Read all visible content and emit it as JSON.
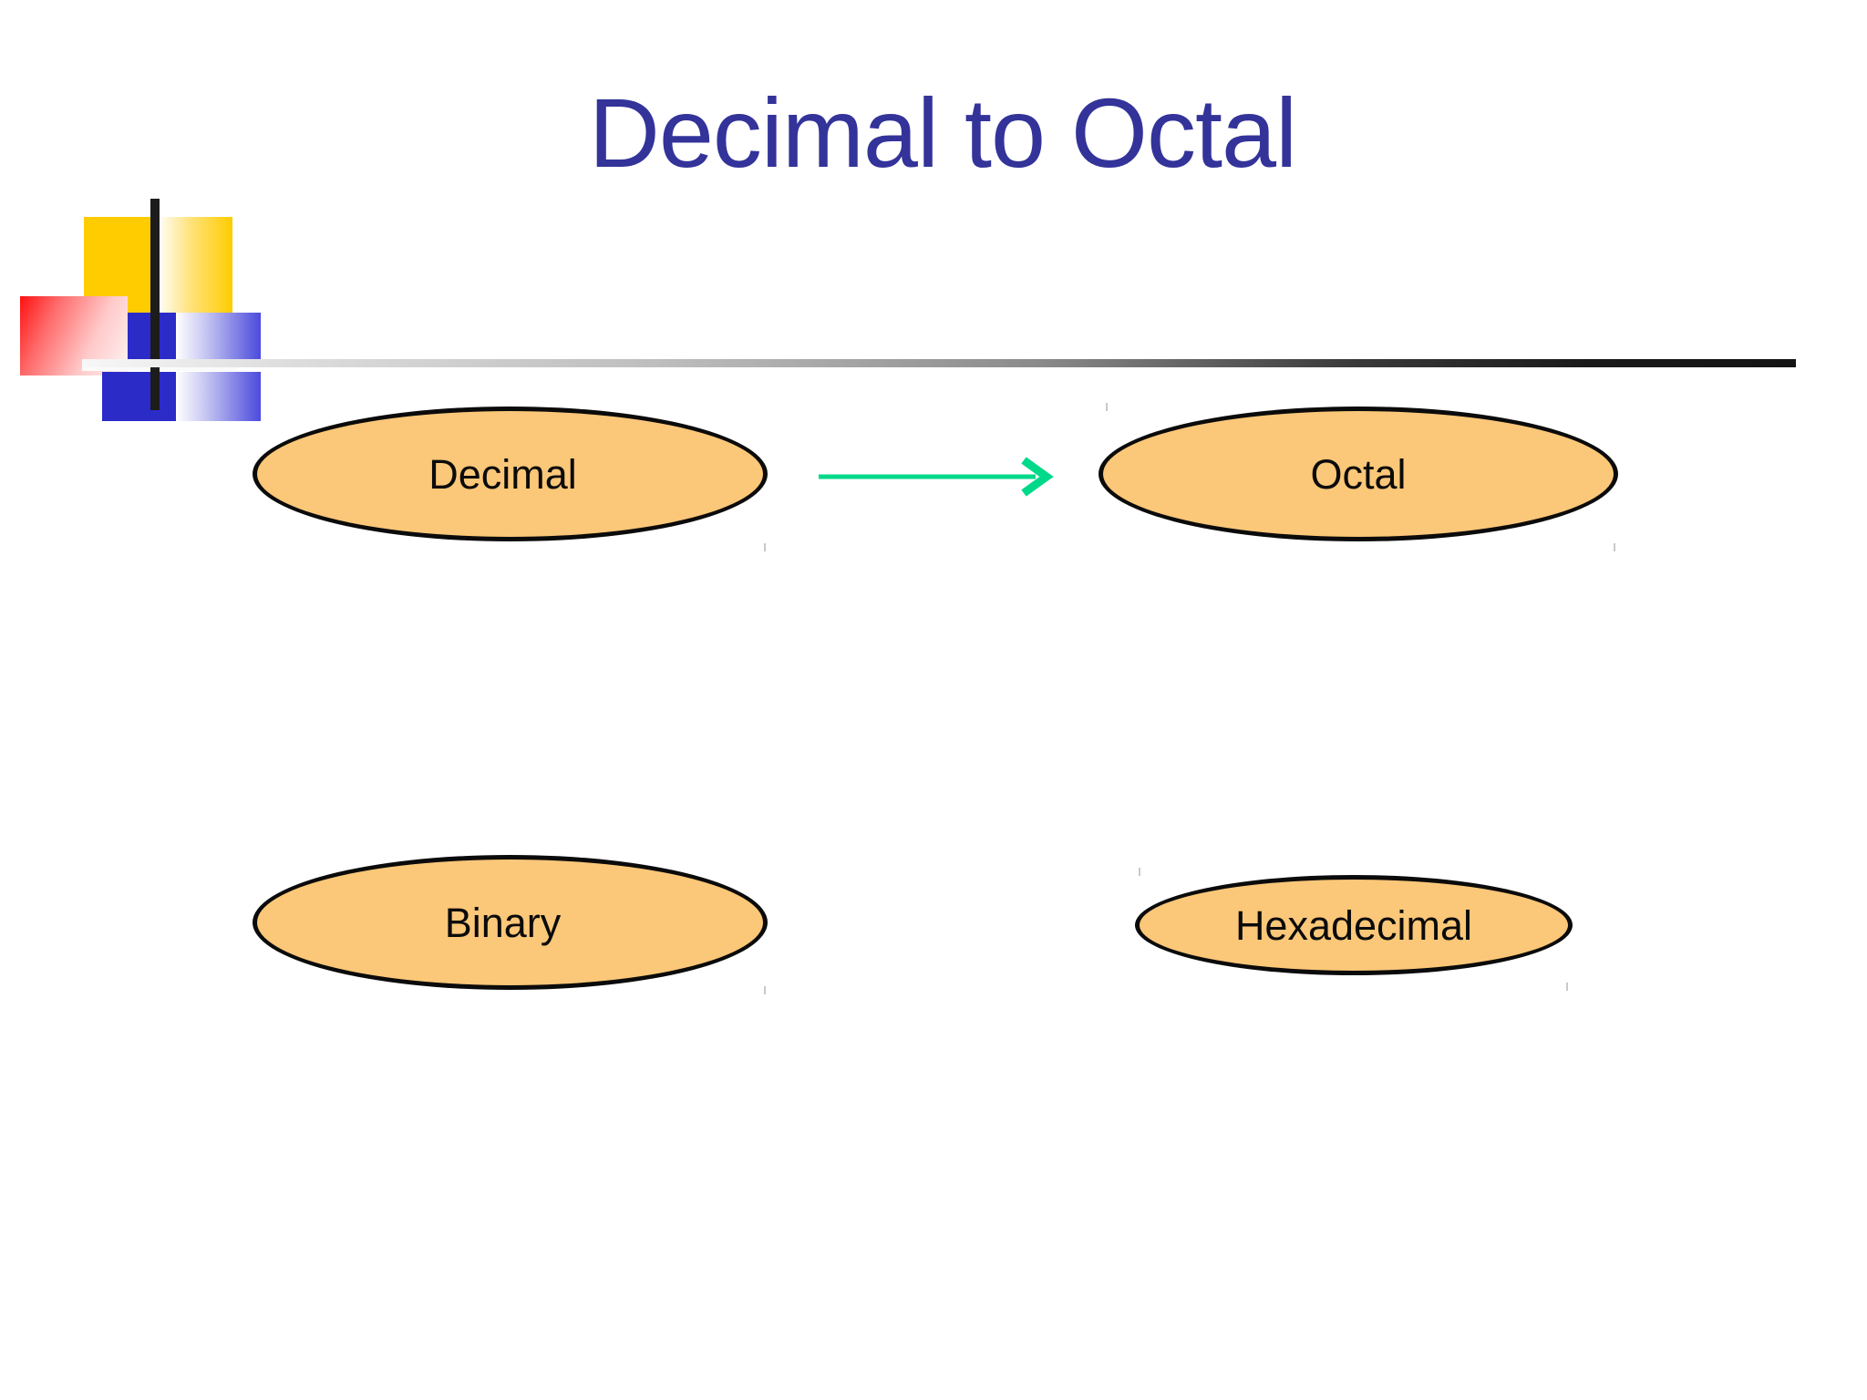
{
  "slide": {
    "title": "Decimal to Octal",
    "background_color": "#FFFFFF",
    "title_color": "#33339A"
  },
  "logo": {
    "name": "decorative-block-logo",
    "colors": {
      "yellow": "#FFCC00",
      "red": "#FF1111",
      "blue": "#2B2BC8",
      "bar": "#1C1C1C"
    }
  },
  "divider": {
    "name": "horizontal-rule",
    "gradient_from": "#F7F7F7",
    "gradient_to": "#141414"
  },
  "diagram": {
    "node_fill": "#FBC778",
    "node_stroke": "#0B0B0B",
    "arrow_color": "#00D98A",
    "nodes": [
      {
        "id": "decimal",
        "label": "Decimal"
      },
      {
        "id": "octal",
        "label": "Octal"
      },
      {
        "id": "binary",
        "label": "Binary"
      },
      {
        "id": "hexadecimal",
        "label": "Hexadecimal"
      }
    ],
    "edges": [
      {
        "id": "decimal-to-octal",
        "from": "Decimal",
        "to": "Octal",
        "direction": "right"
      }
    ]
  }
}
